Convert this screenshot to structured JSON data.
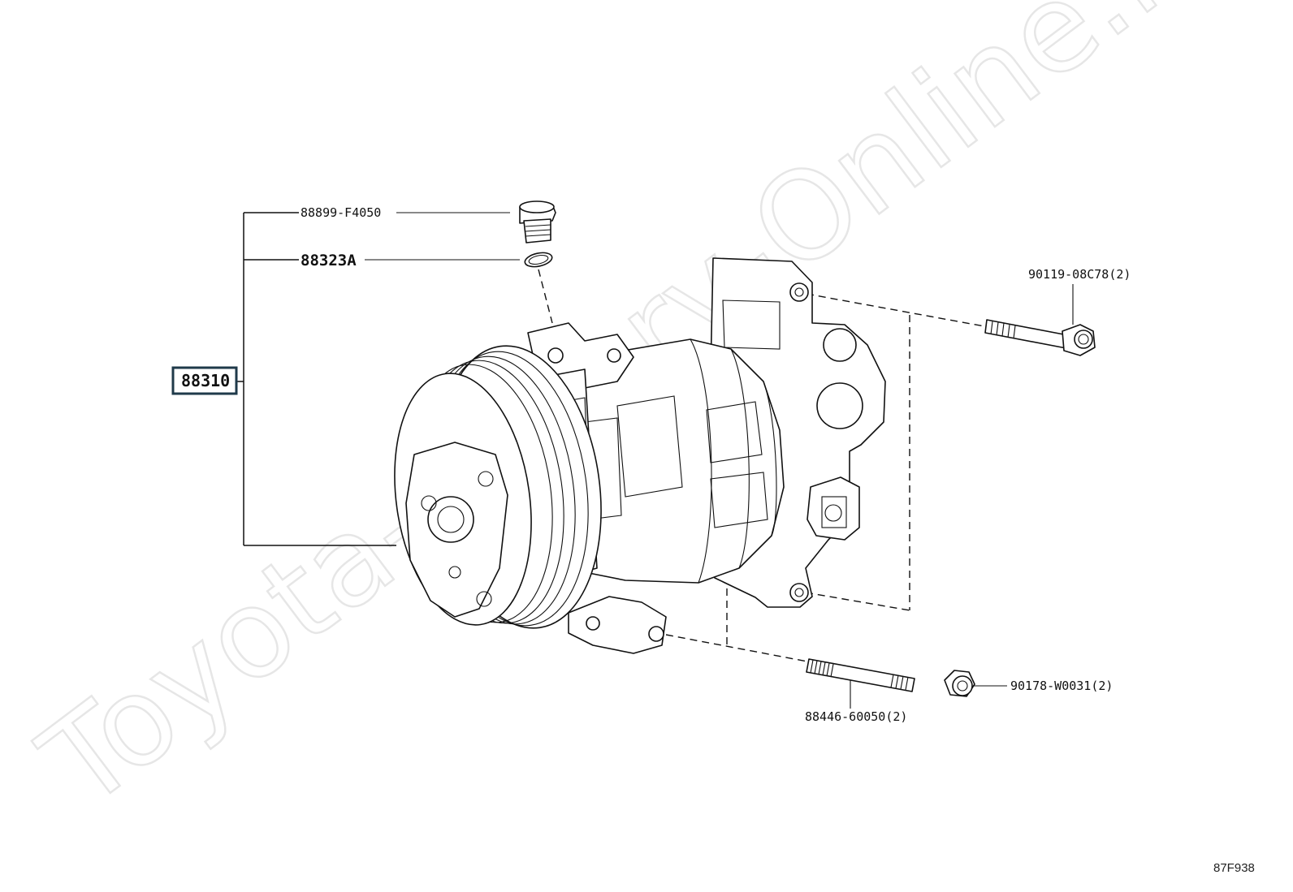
{
  "watermark": "Toyota-Camry-Online.ru",
  "diagram_id": "87F938",
  "main_part": "88310",
  "parts": {
    "plug": "88899-F4050",
    "oring": "88323A",
    "bolt": "90119-08C78(2)",
    "stud": "88446-60050(2)",
    "nut": "90178-W0031(2)"
  }
}
